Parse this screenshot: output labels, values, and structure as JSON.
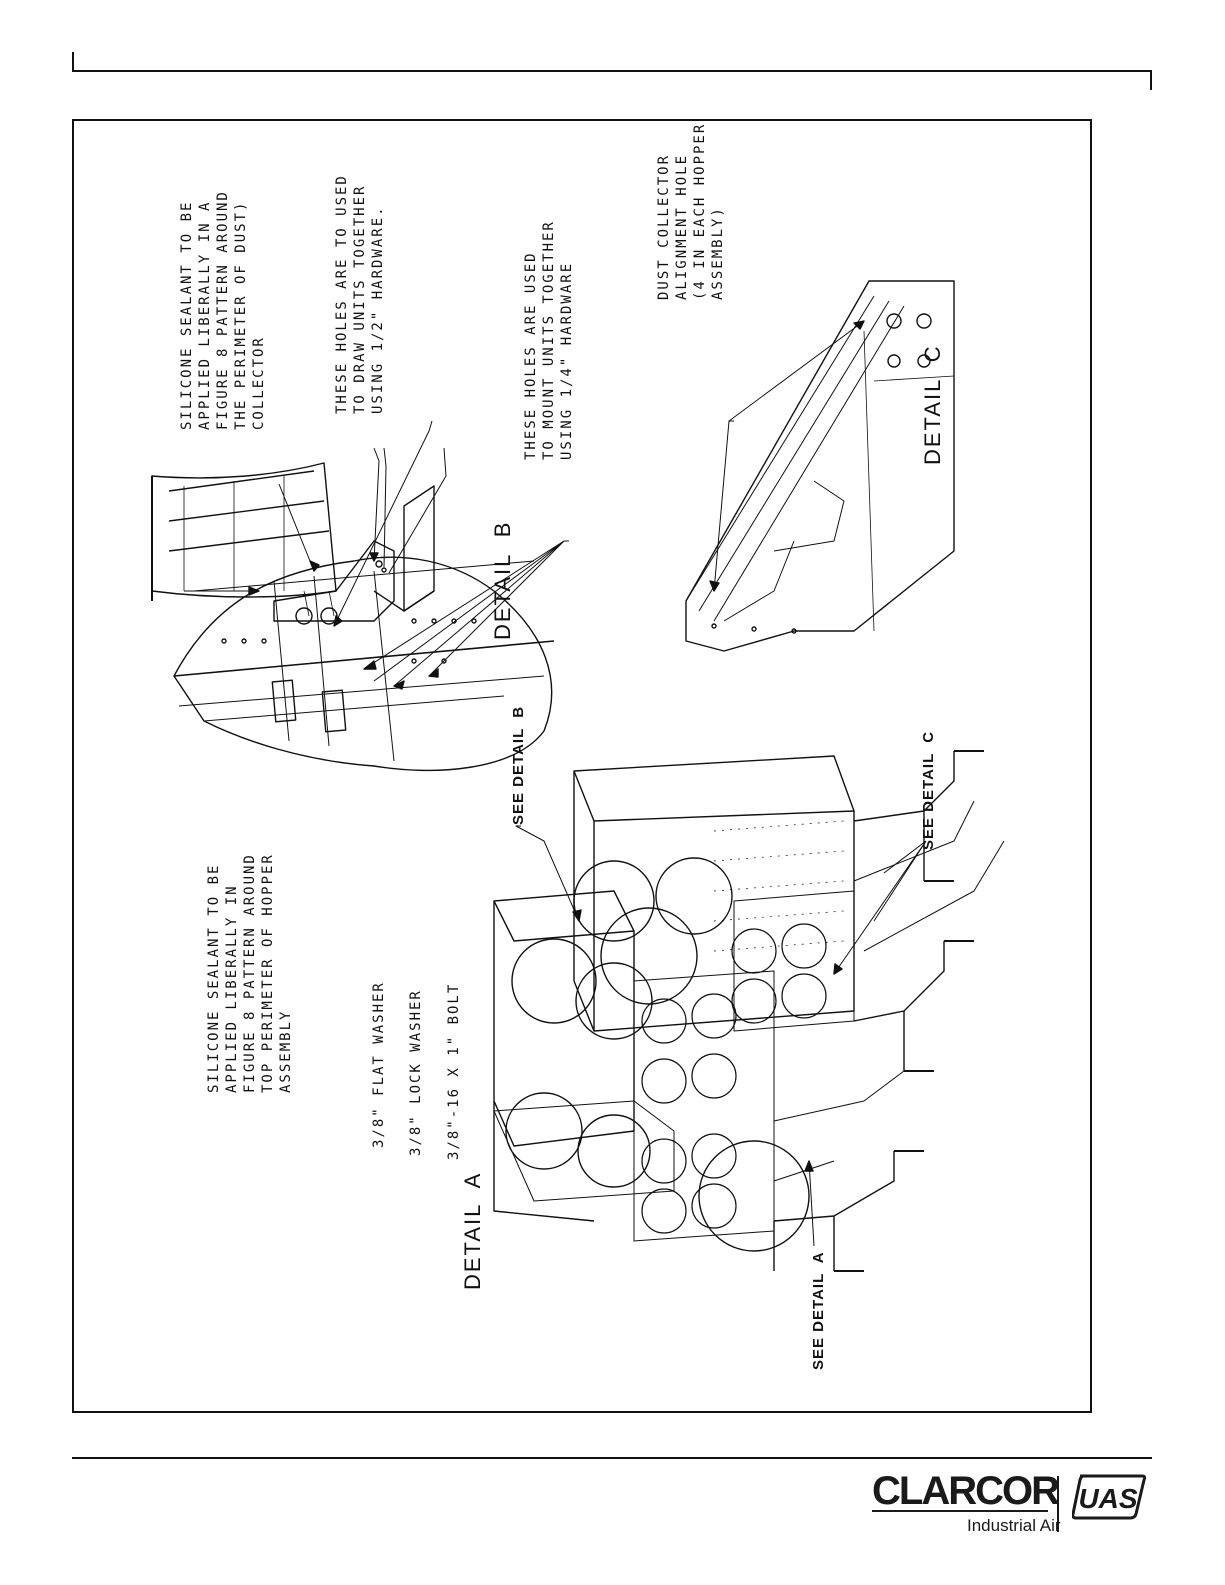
{
  "labels": {
    "detail_a": "DETAIL  A",
    "detail_b": "DETAIL  B",
    "detail_c": "DETAIL  C",
    "see_detail_a": "SEE DETAIL  A",
    "see_detail_b": "SEE DETAIL  B",
    "see_detail_c": "SEE DETAIL  C"
  },
  "notes": {
    "detail_a_sealant": "SILICONE SEALANT TO BE\nAPPLIED LIBERALLY IN\nFIGURE 8 PATTERN AROUND\nTOP PERIMETER OF HOPPER\nASSEMBLY",
    "flat_washer": "3/8\" FLAT WASHER",
    "lock_washer": "3/8\" LOCK WASHER",
    "bolt": "3/8\"-16 X 1\" BOLT",
    "detail_b_sealant": "SILICONE SEALANT TO BE\nAPPLIED LIBERALLY IN A\nFIGURE 8 PATTERN AROUND\nTHE PERIMETER OF DUST)\nCOLLECTOR",
    "draw_holes": "THESE HOLES ARE TO USED\nTO DRAW UNITS TOGETHER\nUSING 1/2\" HARDWARE.",
    "mount_holes": "THESE HOLES ARE USED\nTO MOUNT UNITS TOGETHER\nUSING 1/4\" HARDWARE",
    "alignment_hole": "DUST COLLECTOR\nALIGNMENT HOLE\n(4 IN EACH HOPPER\nASSEMBLY)"
  },
  "footer": {
    "brand": "CLARCOR",
    "brand_sub": "Industrial Air",
    "brand2": "UAS"
  }
}
